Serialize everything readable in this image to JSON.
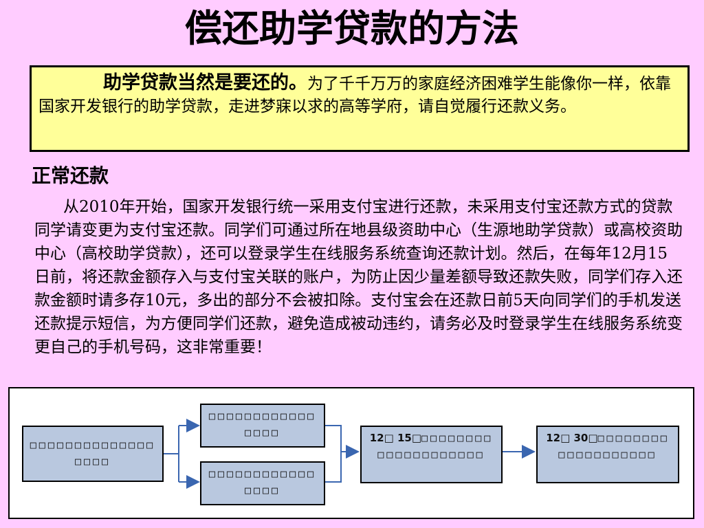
{
  "title": "偿还助学贷款的方法",
  "intro": {
    "bold": "助学贷款当然是要还的。",
    "text": "为了千千万万的家庭经济困难学生能像你一样，依靠国家开发银行的助学贷款，走进梦寐以求的高等学府，请自觉履行还款义务。"
  },
  "section": {
    "heading": "正常还款",
    "body": "从2010年开始，国家开发银行统一采用支付宝进行还款，未采用支付宝还款方式的贷款同学请变更为支付宝还款。同学们可通过所在地县级资助中心（生源地助学贷款）或高校资助中心（高校助学贷款），还可以登录学生在线服务系统查询还款计划。然后，在每年12月15日前，将还款金额存入与支付宝关联的账户，为防止因少量差额导致还款失败，同学们存入还款金额时请多存10元，多出的部分不会被扣除。支付宝会在还款日前5天向同学们的手机发送还款提示短信，为方便同学们还款，避免造成被动违约，请务必及时登录学生在线服务系统变更自己的手机号码，这非常重要！"
  },
  "flow": {
    "start": "□□□□□□□□□□□□□□□□□□",
    "upper": "□□□□□□□□□□□□□□□□",
    "lower": "□□□□□□□□□□□□□□□□",
    "step3_lead": "12□ 15□",
    "step3": "□□□□□□□□□□□□□□□□□□□□",
    "step4_lead": "12□ 30□",
    "step4": "□□□□□□□□□□□□□□□□□□□"
  },
  "colors": {
    "background": "#ffccff",
    "intro_box": "#ffff99",
    "node_fill": "#b9c8df",
    "arrow": "#3a66b0"
  }
}
